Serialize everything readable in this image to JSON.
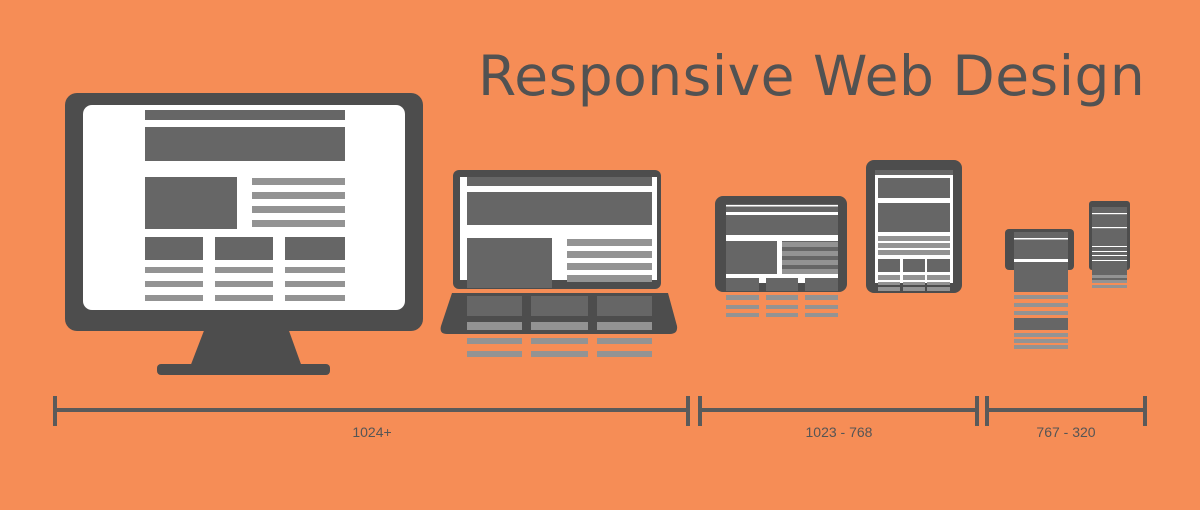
{
  "title": "Responsive Web Design",
  "colors": {
    "background": "#F68D56",
    "device": "#4D4D4D",
    "block": "#666666",
    "line": "#939393",
    "screen": "#FFFFFF"
  },
  "breakpoints": [
    {
      "label": "1024+"
    },
    {
      "label": "1023 - 768"
    },
    {
      "label": "767 - 320"
    }
  ]
}
